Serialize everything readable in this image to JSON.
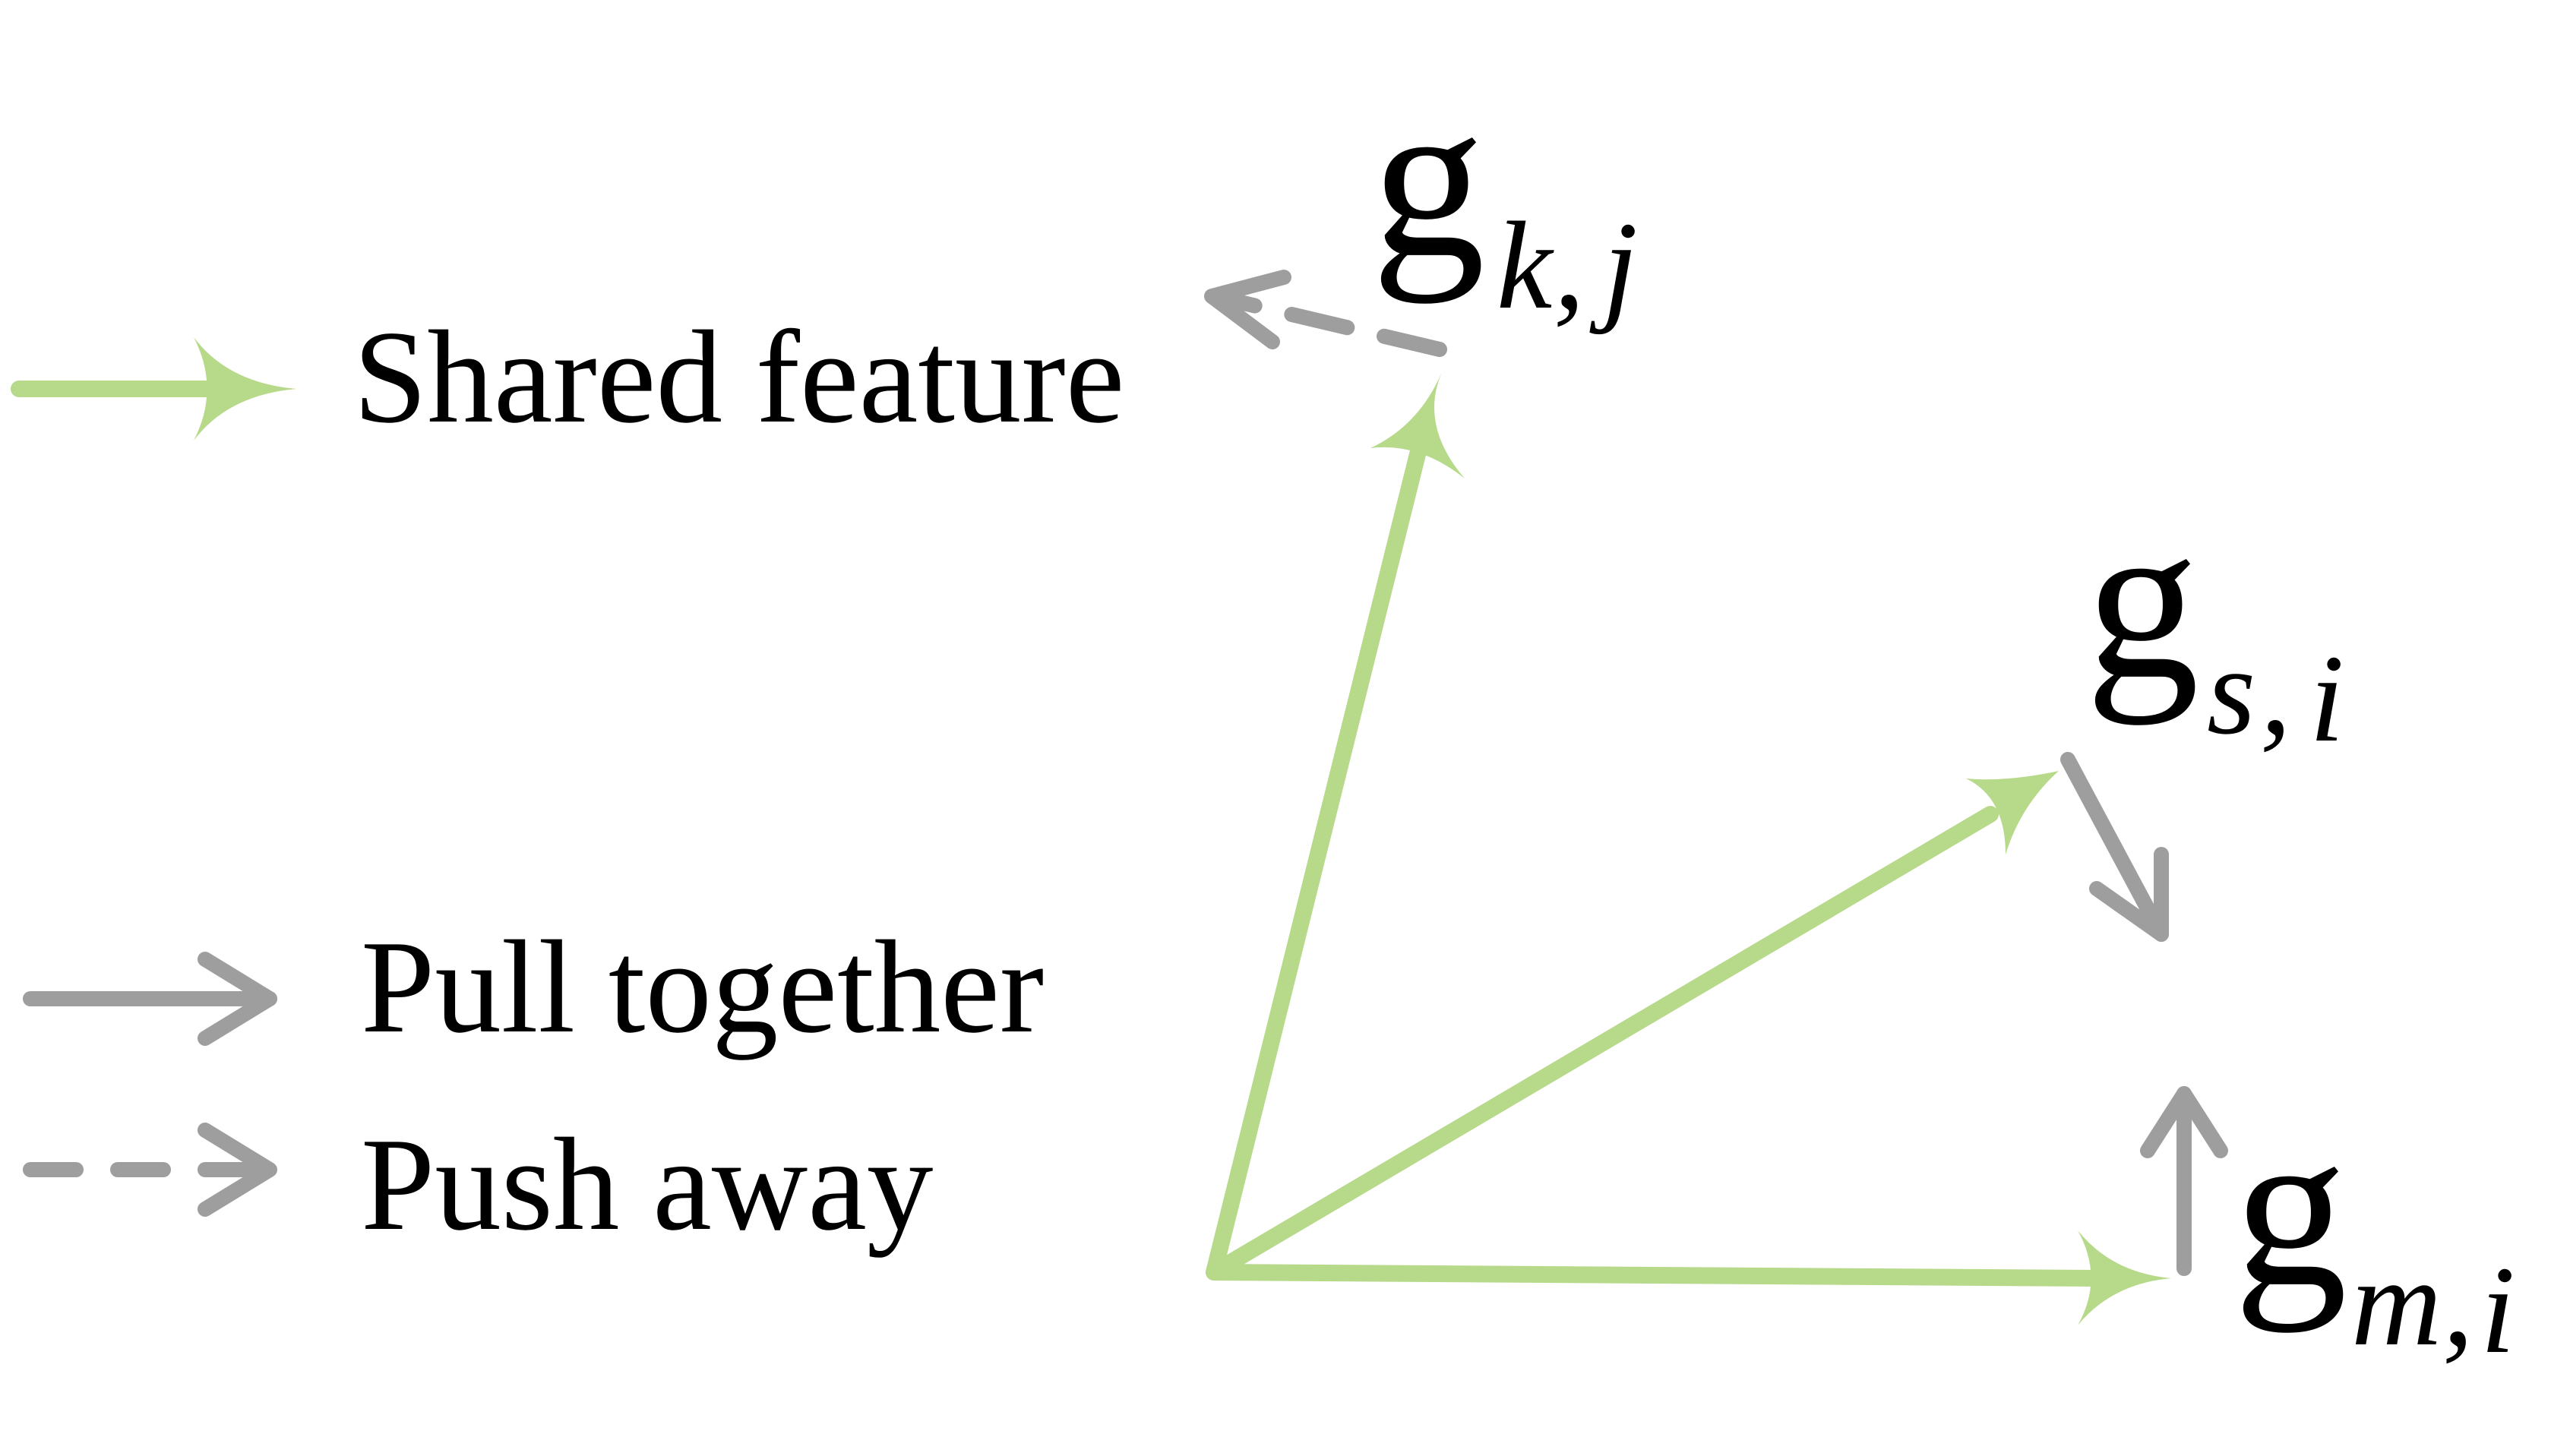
{
  "legend": {
    "shared_label": "Shared feature",
    "pull_label": "Pull together",
    "push_label": "Push away"
  },
  "vectors": {
    "k": {
      "symbol": "g",
      "index_a": "k",
      "separator": ",",
      "index_b": "j",
      "index_b_color": "#8f5fa6"
    },
    "s": {
      "symbol": "g",
      "index_a": "s",
      "separator": ",",
      "index_b": "i",
      "index_b_color": "#e0343c"
    },
    "m": {
      "symbol": "g",
      "index_a": "m",
      "separator": ",",
      "index_b": "i",
      "index_b_color": "#e0343c"
    }
  },
  "colors": {
    "shared_feature": "#b7d98a",
    "pull_push": "#9e9e9e",
    "text": "#000000"
  }
}
